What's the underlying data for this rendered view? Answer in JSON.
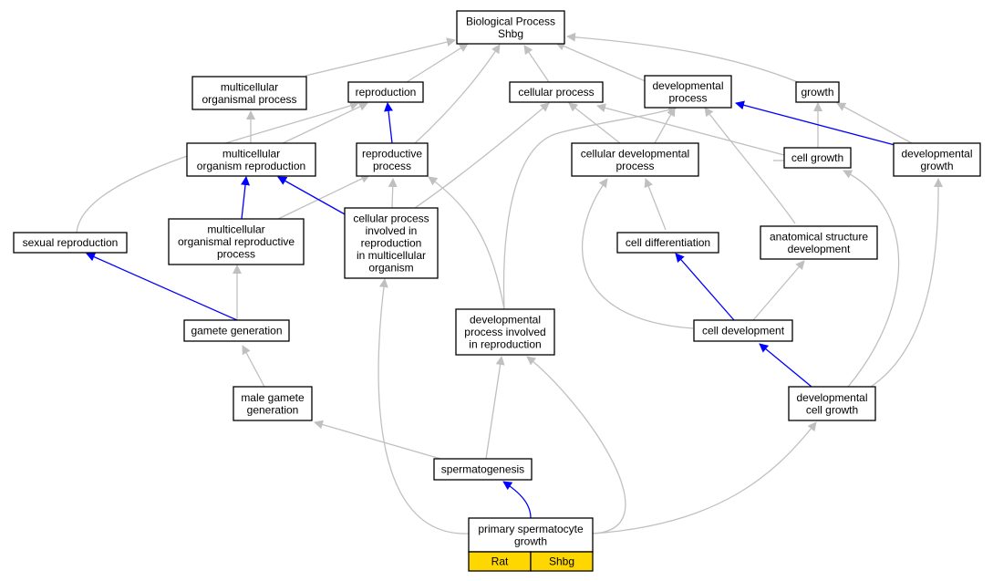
{
  "diagram": {
    "nodes": [
      {
        "id": "bp",
        "lines": [
          "Biological Process",
          "Shbg"
        ]
      },
      {
        "id": "mop",
        "lines": [
          "multicellular",
          "organismal process"
        ]
      },
      {
        "id": "repro",
        "lines": [
          "reproduction"
        ]
      },
      {
        "id": "cp",
        "lines": [
          "cellular process"
        ]
      },
      {
        "id": "dp",
        "lines": [
          "developmental",
          "process"
        ]
      },
      {
        "id": "growth",
        "lines": [
          "growth"
        ]
      },
      {
        "id": "mor",
        "lines": [
          "multicellular",
          "organism reproduction"
        ]
      },
      {
        "id": "rp",
        "lines": [
          "reproductive",
          "process"
        ]
      },
      {
        "id": "cdp",
        "lines": [
          "cellular developmental",
          "process"
        ]
      },
      {
        "id": "cg",
        "lines": [
          "cell growth"
        ]
      },
      {
        "id": "dg",
        "lines": [
          "developmental",
          "growth"
        ]
      },
      {
        "id": "sr",
        "lines": [
          "sexual reproduction"
        ]
      },
      {
        "id": "morp",
        "lines": [
          "multicellular",
          "organismal reproductive",
          "process"
        ]
      },
      {
        "id": "cpir",
        "lines": [
          "cellular process",
          "involved in",
          "reproduction",
          "in multicellular",
          "organism"
        ]
      },
      {
        "id": "cd",
        "lines": [
          "cell differentiation"
        ]
      },
      {
        "id": "asd",
        "lines": [
          "anatomical structure",
          "development"
        ]
      },
      {
        "id": "gg",
        "lines": [
          "gamete generation"
        ]
      },
      {
        "id": "dpir",
        "lines": [
          "developmental",
          "process involved",
          "in reproduction"
        ]
      },
      {
        "id": "celldev",
        "lines": [
          "cell development"
        ]
      },
      {
        "id": "mgg",
        "lines": [
          "male gamete",
          "generation"
        ]
      },
      {
        "id": "dcg",
        "lines": [
          "developmental",
          "cell growth"
        ]
      },
      {
        "id": "sperm",
        "lines": [
          "spermatogenesis"
        ]
      },
      {
        "id": "psg",
        "lines": [
          "primary spermatocyte",
          "growth"
        ]
      }
    ],
    "legend": {
      "species": "Rat",
      "gene": "Shbg"
    },
    "colors": {
      "is_a": "#c0c0c0",
      "part_of": "#0000ff",
      "highlight": "#ffd700",
      "border": "#000000"
    }
  }
}
